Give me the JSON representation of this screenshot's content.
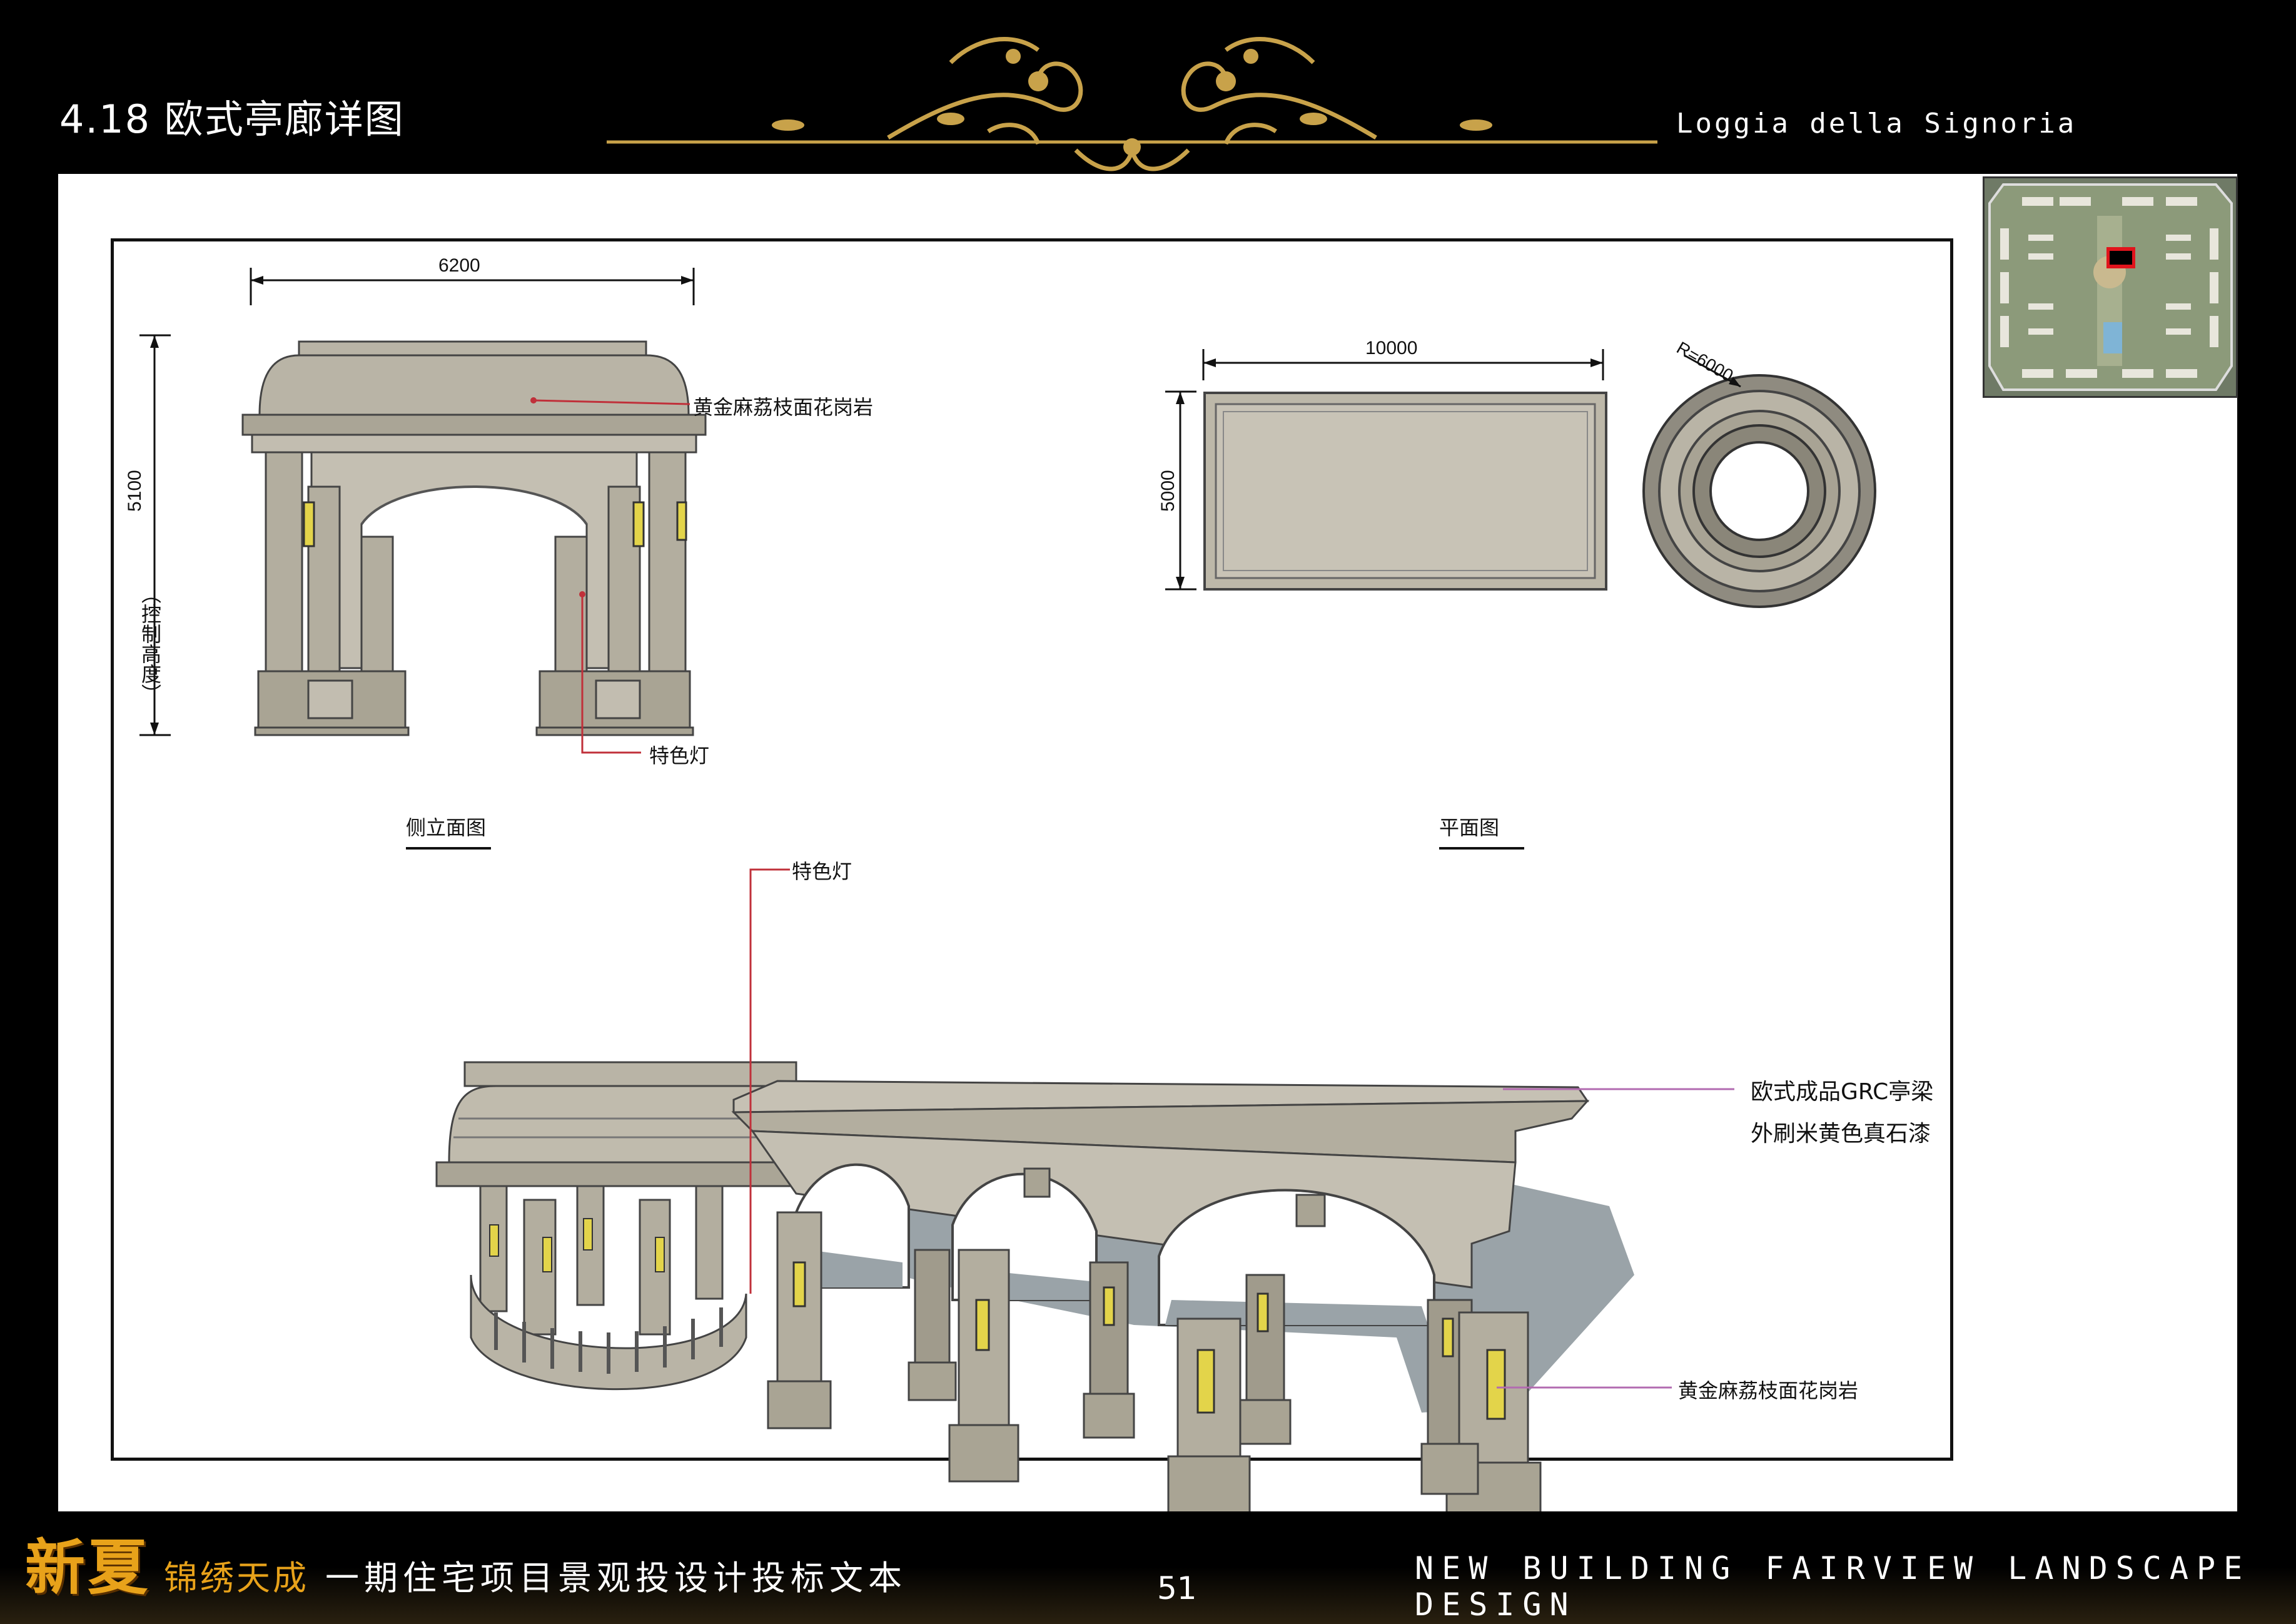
{
  "header": {
    "title": "4.18 欧式亭廊详图",
    "subtitle": "Loggia della Signoria"
  },
  "drawing": {
    "side_elevation": {
      "caption": "侧立面图",
      "width_dim": "6200",
      "height_dim": "5100",
      "height_note": "（控制高度）",
      "material_label": "黄金麻荔枝面花岗岩",
      "lamp_label": "特色灯"
    },
    "plan": {
      "caption": "平面图",
      "width_dim": "10000",
      "height_dim": "5000",
      "radius_dim": "R=6000"
    },
    "perspective": {
      "lamp_label": "特色灯",
      "beam_label_1": "欧式成品GRC亭梁",
      "beam_label_2": "外刷米黄色真石漆",
      "base_label": "黄金麻荔枝面花岗岩"
    }
  },
  "footer": {
    "brand": "新夏",
    "project_highlight": "锦绣天成",
    "project_rest": "一期住宅项目景观投设计投标文本",
    "page_number": "51",
    "english": "NEW BUILDING FAIRVIEW LANDSCAPE DESIGN"
  },
  "colors": {
    "background": "#000000",
    "sheet": "#ffffff",
    "gold": "#c8a24a",
    "brand_orange": "#e8a21a",
    "stone": "#b9b4a6",
    "shadow": "#9aa3a8",
    "leader_red": "#c0303a"
  }
}
